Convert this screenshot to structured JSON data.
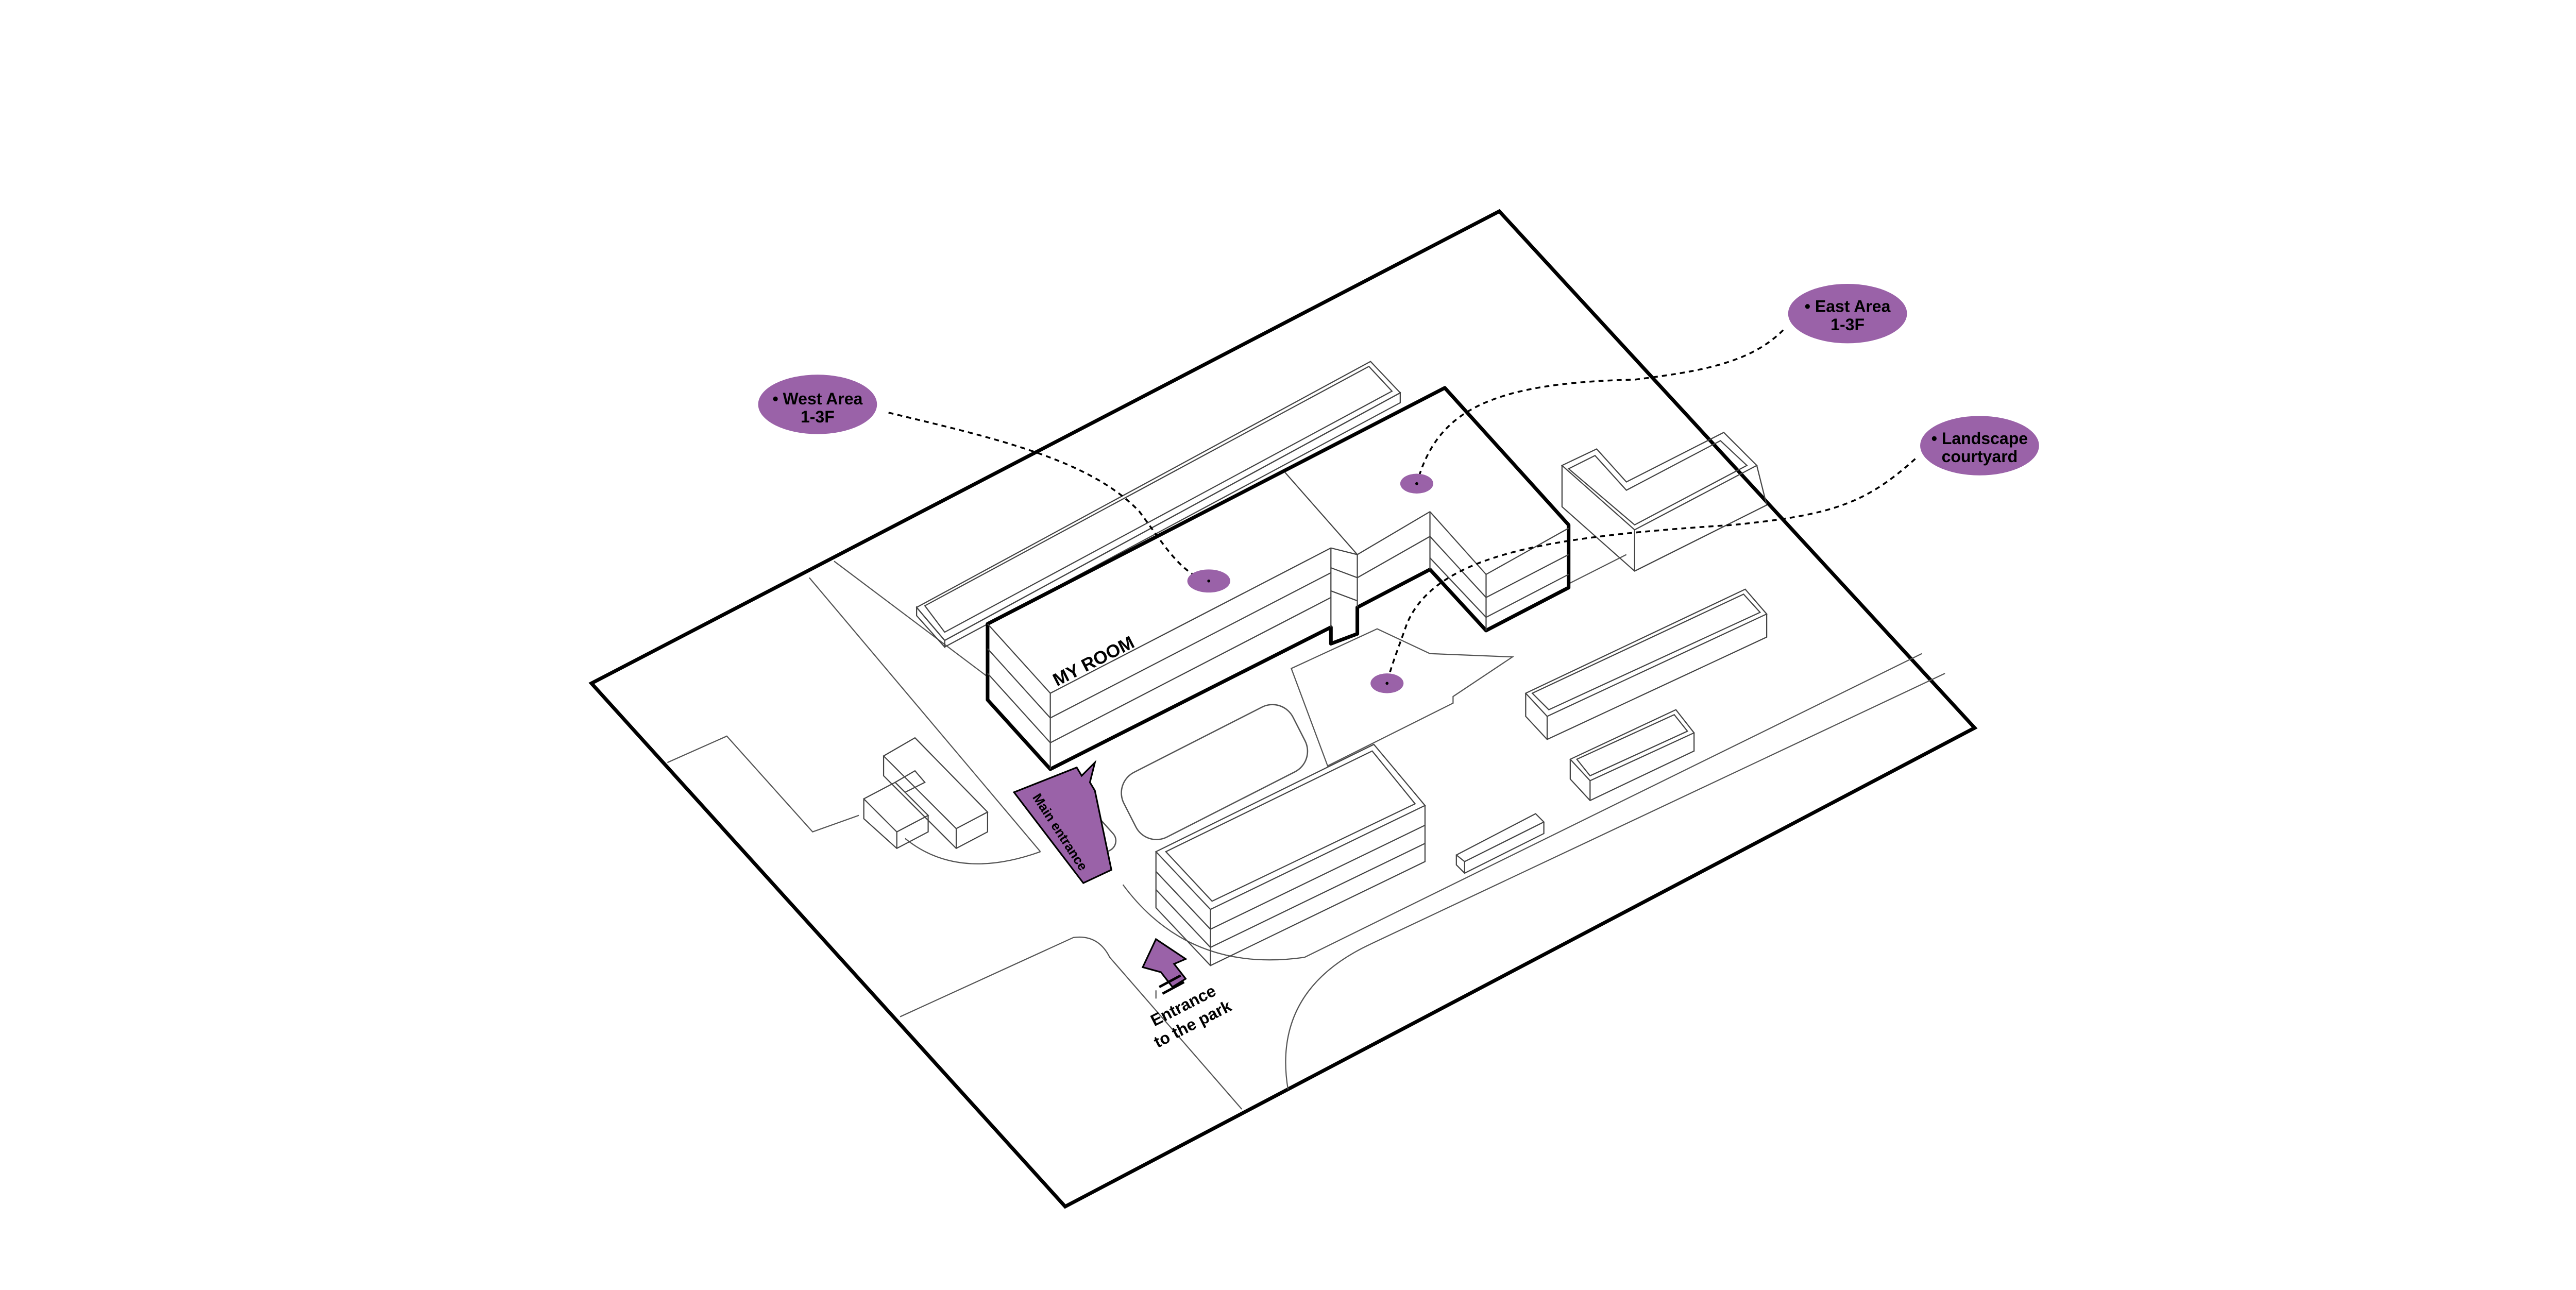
{
  "colors": {
    "accent": "#9a62a8",
    "line": "#000000",
    "thin": "#555555",
    "background": "#ffffff"
  },
  "labels": {
    "west_area": {
      "line1": "• West Area",
      "line2": "1-3F"
    },
    "east_area": {
      "line1": "• East Area",
      "line2": "1-3F"
    },
    "landscape": {
      "line1": "• Landscape",
      "line2": "courtyard"
    },
    "my_room": "MY ROOM",
    "main_entrance": "Main entrance",
    "park_entrance": {
      "line1": "Entrance",
      "line2": "to the park"
    }
  }
}
